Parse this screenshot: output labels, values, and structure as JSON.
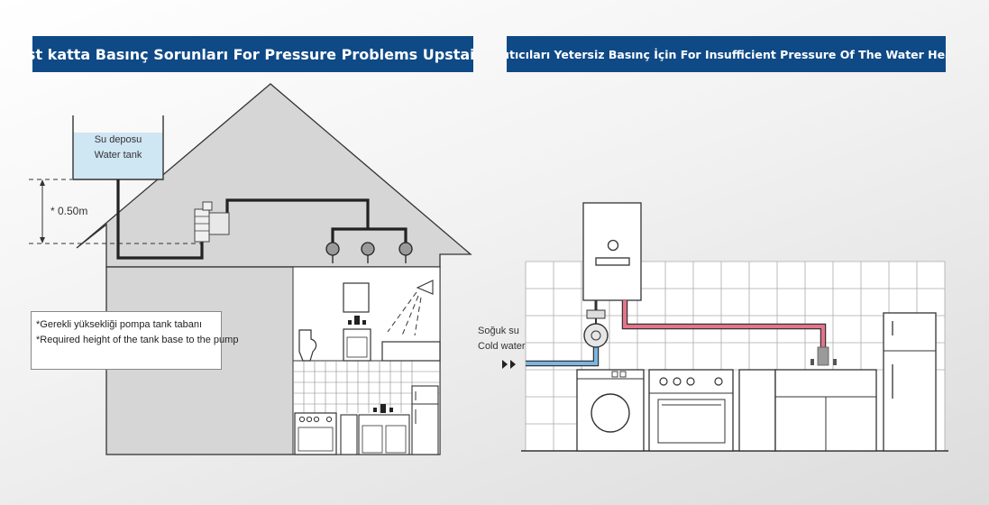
{
  "left_panel": {
    "title": "Üst katta Basınç Sorunları  For Pressure Problems Upstairs",
    "tank_label_tr": "Su deposu",
    "tank_label_en": "Water tank",
    "height_label": "0.50m",
    "note_line1": "*Gerekli yüksekliği pompa tank tabanı",
    "note_line2": "*Required height of the tank base to the pump"
  },
  "right_panel": {
    "title": "Su Isıtıcıları Yetersiz Basınç İçin  For Insufficient Pressure Of The Water Heaters",
    "cold_water_tr": "Soğuk su",
    "cold_water_en": "Cold water"
  },
  "colors": {
    "banner": "#0f4a86",
    "water": "#cfe6f3",
    "pipe": "#222222",
    "hot_pipe": "#e5738a",
    "cold_pipe": "#7ab6e3",
    "roof_fill": "#d6d6d6"
  }
}
